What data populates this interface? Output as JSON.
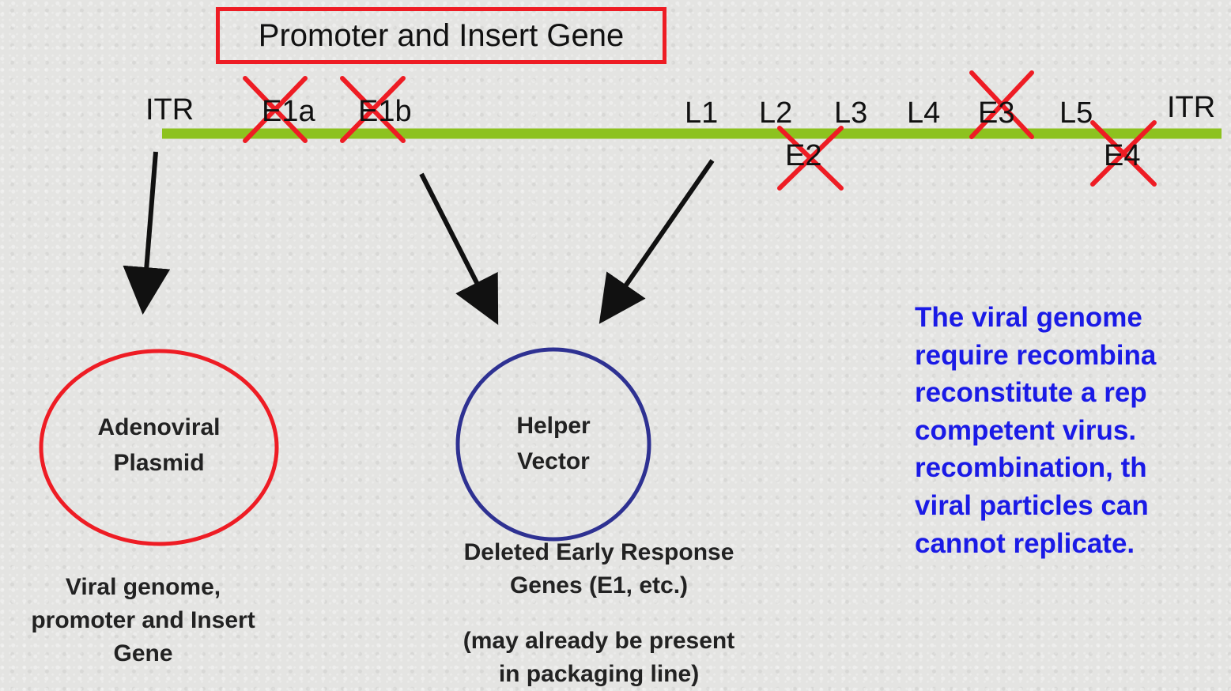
{
  "promoter_box": {
    "label": "Promoter and Insert Gene"
  },
  "genome": {
    "top_labels": [
      "ITR",
      "E1a",
      "E1b",
      "L1",
      "L2",
      "L3",
      "L4",
      "E3",
      "L5",
      "ITR"
    ],
    "bottom_labels": [
      "E2",
      "E4"
    ],
    "deleted_marks": [
      "E1a",
      "E1b",
      "E2",
      "E3",
      "E4"
    ],
    "line_color": "#8dc21f"
  },
  "adenoviral_plasmid": {
    "label_lines": [
      "Adenoviral",
      "Plasmid"
    ],
    "caption_lines": [
      "Viral genome,",
      "promoter and Insert",
      "Gene"
    ],
    "ring_color": "#ee1c24"
  },
  "helper_vector": {
    "label_lines": [
      "Helper",
      "Vector"
    ],
    "caption_lines": [
      "Deleted Early Response",
      "Genes (E1, etc.)"
    ],
    "note_lines": [
      "(may already be present",
      "in packaging line)"
    ],
    "ring_color": "#2e3192"
  },
  "explanation": {
    "lines": [
      "The viral genome",
      "require recombina",
      "reconstitute a rep",
      "competent virus.",
      "recombination, th",
      "viral particles can",
      "cannot replicate."
    ],
    "color": "#1a1ae6"
  },
  "colors": {
    "deletion_cross": "#ee1c24",
    "arrow": "#111111"
  }
}
